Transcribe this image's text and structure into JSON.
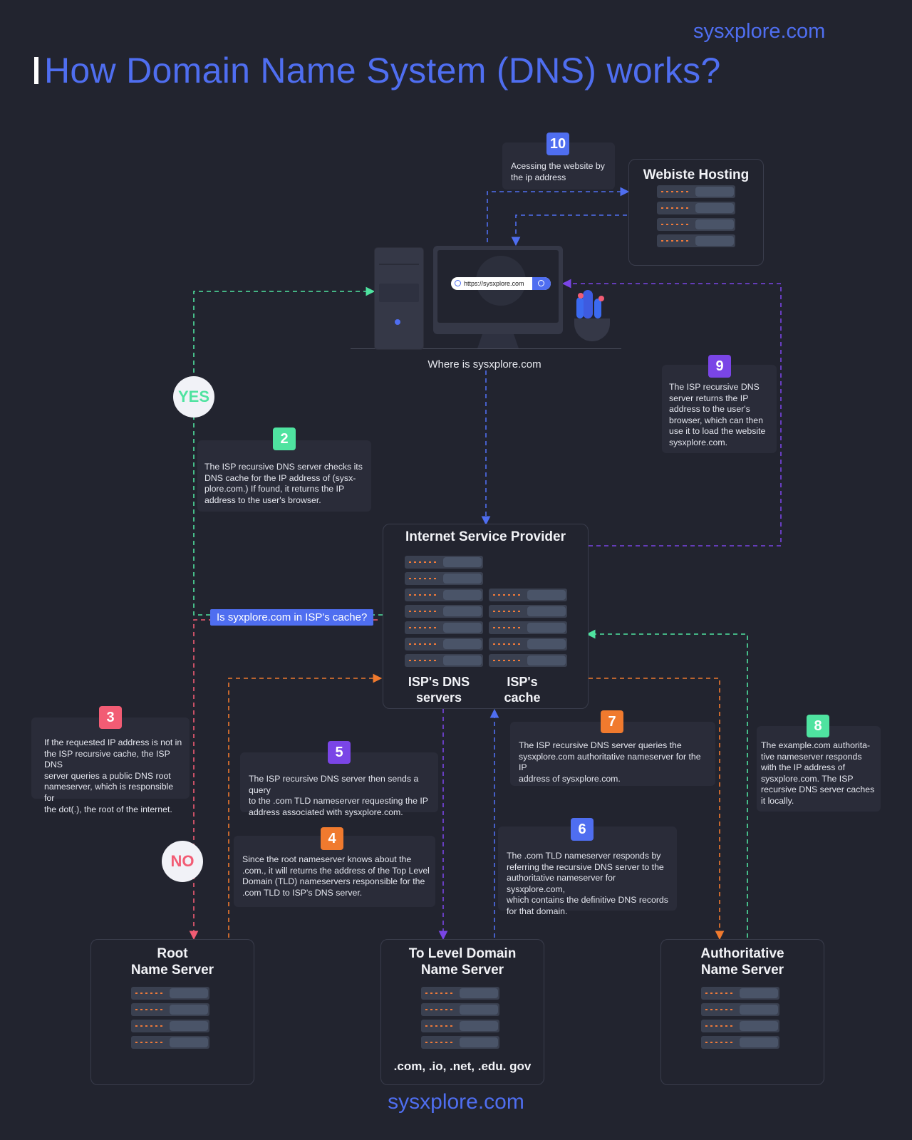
{
  "brand": "sysxplore.com",
  "title": "How Domain Name System (DNS) works?",
  "user": {
    "url": "https://sysxplore.com",
    "caption": "Where is sysxplore.com"
  },
  "decisions": {
    "yes": "YES",
    "no": "NO",
    "cache_question": "Is syxplore.com in ISP's cache?"
  },
  "boxes": {
    "hosting": "Webiste Hosting",
    "isp": "Internet Service Provider",
    "isp_dns": "ISP's DNS\nservers",
    "isp_cache": "ISP's\ncache",
    "root": "Root\nName Server",
    "tld": "To Level Domain\nName Server",
    "tld_sub": ".com, .io, .net, .edu. gov",
    "auth": "Authoritative\nName Server"
  },
  "steps": [
    {
      "num": "2",
      "color": "#4fe3a0",
      "text": "The ISP recursive DNS server checks its\nDNS cache for the IP address of (sysx-\nplore.com.) If found, it returns the IP\naddress to the user's browser."
    },
    {
      "num": "3",
      "color": "#f25c74",
      "text": "If the requested IP address is not in\nthe ISP recursive cache, the ISP DNS\nserver queries a public DNS root\nnameserver, which is responsible for\nthe dot(.), the root of the internet."
    },
    {
      "num": "4",
      "color": "#f07a2e",
      "text": "Since the root nameserver knows about the\n.com., it will returns the address of the Top Level\nDomain (TLD) nameservers responsible for the\n.com TLD to ISP's DNS server."
    },
    {
      "num": "5",
      "color": "#7a45e6",
      "text": "The ISP recursive DNS server then sends a query\nto the .com TLD nameserver requesting the IP\naddress associated with sysxplore.com."
    },
    {
      "num": "6",
      "color": "#4f6ef0",
      "text": "The .com TLD nameserver responds by\nreferring the recursive DNS server to the\nauthoritative nameserver for sysxplore.com,\nwhich contains the definitive DNS records\nfor that domain."
    },
    {
      "num": "7",
      "color": "#f07a2e",
      "text": "The ISP recursive DNS server queries the\nsysxplore.com authoritative nameserver for the IP\naddress of sysxplore.com."
    },
    {
      "num": "8",
      "color": "#4fe3a0",
      "text": "The example.com authorita-\ntive nameserver responds\nwith the IP address of\nsysxplore.com. The ISP\nrecursive DNS server caches\nit locally."
    },
    {
      "num": "9",
      "color": "#7a45e6",
      "text": "The ISP recursive DNS\nserver returns the IP\naddress to the user's\nbrowser, which can then\nuse it to load the website\nsysxplore.com."
    },
    {
      "num": "10",
      "color": "#4f6ef0",
      "text": "Acessing the website by\nthe ip address"
    }
  ],
  "colors": {
    "brand_blue": "#4f6ef0",
    "green": "#4fe3a0",
    "red": "#f25c74",
    "orange": "#f07a2e",
    "purple": "#7a45e6",
    "background": "#22242f"
  }
}
